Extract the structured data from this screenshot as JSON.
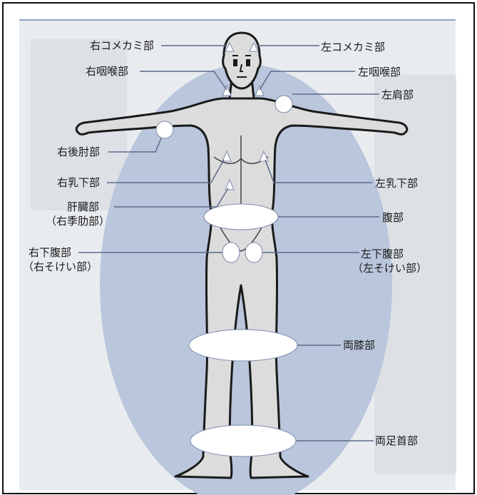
{
  "labels": {
    "right_temple": "右コメカミ部",
    "left_temple": "左コメカミ部",
    "right_throat": "右咽喉部",
    "left_throat": "左咽喉部",
    "left_shoulder": "左肩部",
    "right_back_elbow": "右後肘部",
    "right_under_breast": "右乳下部",
    "left_under_breast": "左乳下部",
    "liver": "肝臓部",
    "liver_sub": "（右季肋部）",
    "abdomen": "腹部",
    "right_lower_abdomen": "右下腹部",
    "right_lower_abdomen_sub": "（右そけい部）",
    "left_lower_abdomen": "左下腹部",
    "left_lower_abdomen_sub": "（左そけい部）",
    "both_knees": "両膝部",
    "both_ankles": "両足首部"
  },
  "colors": {
    "ellipse": "#b9c6dc",
    "body": "#dcdcdc",
    "outline": "#1a1a1a",
    "marker": "#ffffff",
    "leader": "#5a6a8a"
  }
}
